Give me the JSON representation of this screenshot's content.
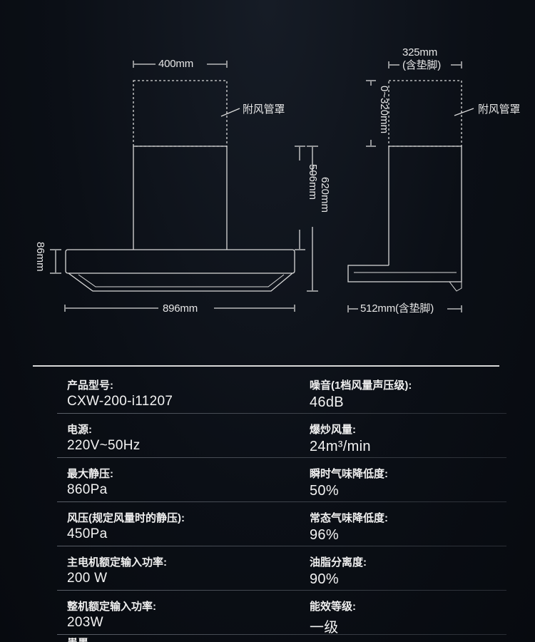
{
  "diagram": {
    "front": {
      "width_top": "400mm",
      "duct_label": "附风管罩",
      "height_body": "506mm",
      "height_total": "620mm",
      "panel_height": "86mm",
      "width_bottom": "896mm"
    },
    "side": {
      "depth_top_line1": "325mm",
      "depth_top_line2": "(含垫脚)",
      "duct_range": "0~320mm",
      "duct_label": "附风管罩",
      "depth_bottom": "512mm(含垫脚)"
    }
  },
  "specs": {
    "rows": [
      {
        "left": {
          "label": "产品型号:",
          "value": "CXW-200-i11207"
        },
        "right": {
          "label": "噪音(1档风量声压级):",
          "value": "46dB"
        }
      },
      {
        "left": {
          "label": "电源:",
          "value": "220V~50Hz"
        },
        "right": {
          "label": "爆炒风量:",
          "value": "24m³/min"
        }
      },
      {
        "left": {
          "label": "最大静压:",
          "value": "860Pa"
        },
        "right": {
          "label": "瞬时气味降低度:",
          "value": "50%"
        }
      },
      {
        "left": {
          "label": "风压(规定风量时的静压):",
          "value": "450Pa"
        },
        "right": {
          "label": "常态气味降低度:",
          "value": "96%"
        }
      },
      {
        "left": {
          "label": "主电机额定输入功率:",
          "value": "200 W"
        },
        "right": {
          "label": "油脂分离度:",
          "value": "90%"
        }
      },
      {
        "left": {
          "label": "整机额定输入功率:",
          "value": "203W"
        },
        "right": {
          "label": "能效等级:",
          "value": "一级"
        }
      }
    ],
    "partial_label": "重量"
  }
}
